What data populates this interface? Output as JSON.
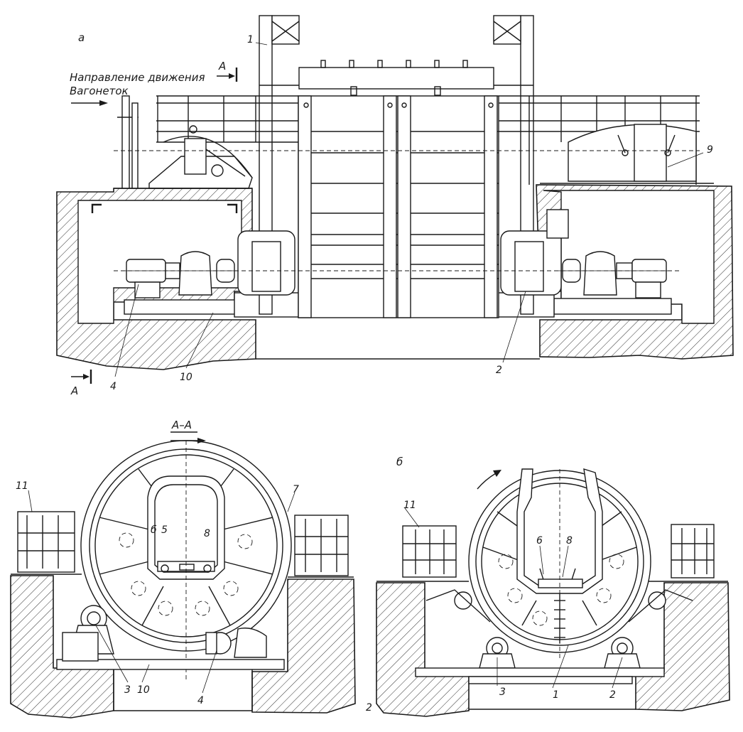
{
  "views": {
    "a": {
      "letter": "а",
      "direction_line1": "Направление движения",
      "direction_line2": "Вагонеток",
      "section_mark": "А"
    },
    "section_aa": {
      "title": "А–А"
    },
    "b": {
      "letter": "б"
    }
  },
  "callouts": {
    "top": [
      "1",
      "2",
      "4",
      "9",
      "10"
    ],
    "section_aa": [
      "11",
      "7",
      "б",
      "5",
      "8",
      "3",
      "10",
      "4"
    ],
    "b": [
      "11",
      "6",
      "8",
      "3",
      "1",
      "2"
    ]
  },
  "page_mark": "2"
}
